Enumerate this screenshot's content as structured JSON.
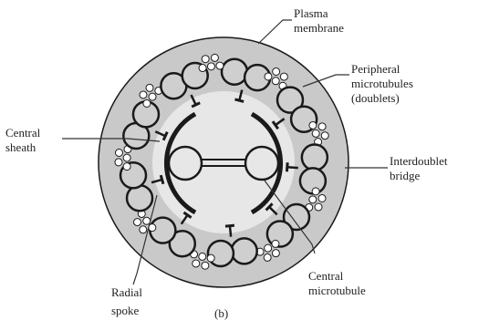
{
  "diagram": {
    "labels": {
      "plasma_membrane": [
        "Plasma",
        "membrane"
      ],
      "peripheral_microtubules": [
        "Peripheral",
        "microtubules",
        "(doublets)"
      ],
      "central_sheath": [
        "Central",
        "sheath"
      ],
      "interdoublet_bridge": [
        "Interdoublet",
        "bridge"
      ],
      "central_microtubule": [
        "Central",
        "microtubule"
      ],
      "radial_spoke": [
        "Radial",
        "spoke"
      ],
      "panel": "(b)"
    },
    "doublet_count": 9,
    "colors": {
      "membrane_fill": "#c9c9c9",
      "core_fill": "#e7e7e7",
      "stroke": "#1a1a1a",
      "leader": "#333333"
    }
  }
}
